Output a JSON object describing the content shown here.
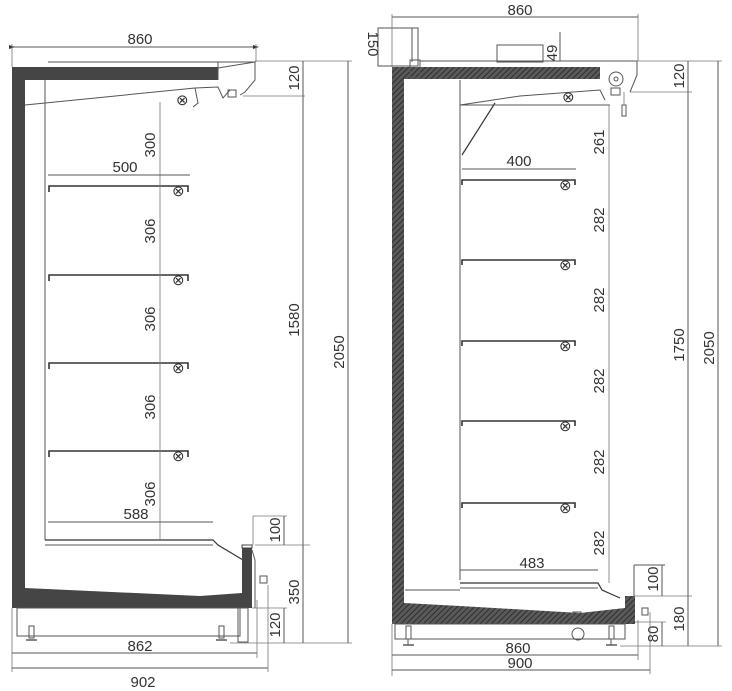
{
  "colors": {
    "wall": "#454545",
    "line": "#555555",
    "text": "#333333",
    "hatch": "#3a3a3a"
  },
  "left_view": {
    "width_top": "860",
    "canopy_height": "120",
    "top_shelf_gap": "300",
    "shelf_depth": "500",
    "shelf_gaps": [
      "306",
      "306",
      "306",
      "306"
    ],
    "base_shelf_depth": "588",
    "front_lip": "100",
    "display_height": "1580",
    "total_height": "2050",
    "base_height": "350",
    "foot_height": "120",
    "width_inner": "862",
    "width_outer": "902",
    "symbol": "⊗"
  },
  "right_view": {
    "width_top": "860",
    "rear_height": "150",
    "unit_height": "49",
    "canopy_height": "120",
    "top_shelf_gap": "261",
    "shelf_depth": "400",
    "shelf_gaps": [
      "282",
      "282",
      "282",
      "282",
      "282"
    ],
    "base_shelf_depth": "483",
    "front_lip": "100",
    "display_height": "1750",
    "total_height": "2050",
    "base_height": "180",
    "foot_height": "80",
    "width_inner": "860",
    "width_outer": "900",
    "symbol": "⊗"
  }
}
